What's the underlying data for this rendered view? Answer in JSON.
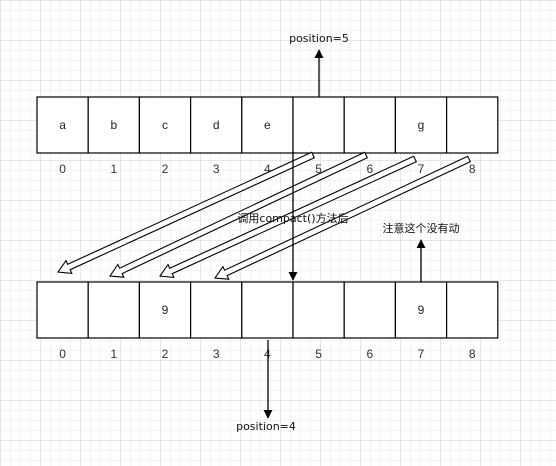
{
  "top_row": {
    "cells": [
      "a",
      "b",
      "c",
      "d",
      "e",
      "",
      "",
      "g",
      ""
    ],
    "indices": [
      "0",
      "1",
      "2",
      "3",
      "4",
      "5",
      "6",
      "7",
      "8"
    ]
  },
  "bottom_row": {
    "cells": [
      "",
      "",
      "9",
      "",
      "",
      "",
      "",
      "9",
      ""
    ],
    "indices": [
      "0",
      "1",
      "2",
      "3",
      "4",
      "5",
      "6",
      "7",
      "8"
    ]
  },
  "labels": {
    "top_position": "position=5",
    "bottom_position": "position=4",
    "compact_note": "调用compact()方法后",
    "unchanged_note": "注意这个没有动"
  },
  "colors": {
    "stroke": "#000000",
    "arrow_fill": "#ffffff"
  }
}
